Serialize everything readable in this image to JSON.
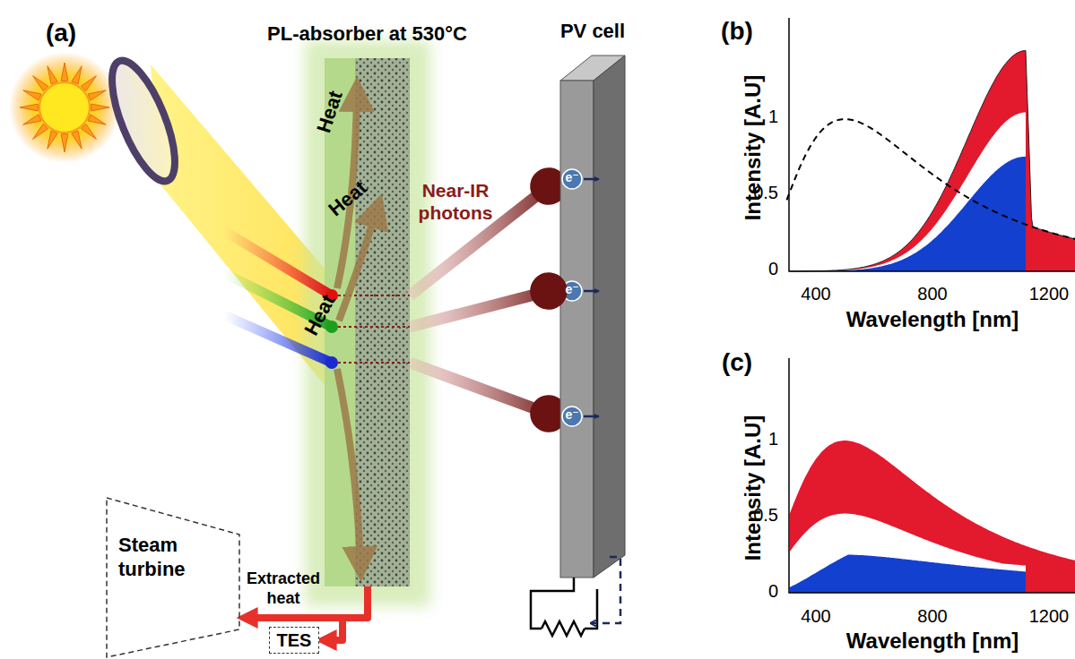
{
  "diagram": {
    "nodes": [
      {
        "text": [
          "PL-absorber at 530°C"
        ]
      },
      {
        "text": [
          "PV cell"
        ]
      },
      {
        "text": [
          "Steam turbine"
        ]
      },
      {
        "text": [
          "TES"
        ]
      }
    ],
    "edges": [
      {
        "from": 0,
        "to": 1,
        "arrow": "to",
        "label": "Near-IR photons"
      },
      {
        "from": 0,
        "to": 2,
        "arrow": "to",
        "label": "Extracted heat"
      },
      {
        "from": 0,
        "to": 3,
        "arrow": "to"
      }
    ],
    "labels": [
      "(a)",
      "(b)",
      "(c)",
      "Heat",
      "Heat",
      "Heat",
      "e⁻",
      "e⁻",
      "e⁻",
      "Intensity [A.U]",
      "Wavelength [nm]",
      "1",
      "0.5",
      "0",
      "400",
      "800",
      "1200",
      "Intensity [A.U]",
      "Wavelength [nm]",
      "1",
      "0.5",
      "0",
      "400",
      "800",
      "1200"
    ]
  }
}
